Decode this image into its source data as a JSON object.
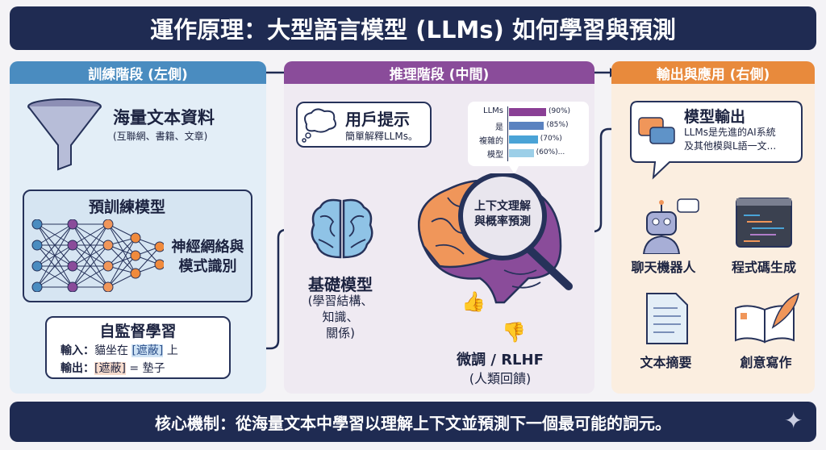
{
  "title": "運作原理：大型語言模型 (LLMs) 如何學習與預測",
  "colors": {
    "navy": "#1f2b52",
    "training": "#4a8cc0",
    "inference": "#8a4c9a",
    "output": "#e88a3c"
  },
  "training": {
    "header": "訓練階段 (左側)",
    "data_title": "海量文本資料",
    "data_sub": "(互聯網、書籍、文章)",
    "pretrain_title": "預訓練模型",
    "nn_line1": "神經網絡與",
    "nn_line2": "模式識別",
    "ssl_title": "自監督學習",
    "input_label": "輸入：",
    "input_text": "貓坐在",
    "mask": "[遮蔽]",
    "input_tail": "上",
    "output_label": "輸出：",
    "output_tail": "= 墊子"
  },
  "inference": {
    "header": "推理階段 (中間)",
    "prompt_title": "用戶提示",
    "prompt_text": "簡單解釋LLMs。",
    "predictions": [
      {
        "token": "LLMs",
        "pct": "(90%)",
        "value": 90,
        "color": "#8a3f95"
      },
      {
        "token": "是",
        "pct": "(85%)",
        "value": 85,
        "color": "#5a82c0"
      },
      {
        "token": "複雜的",
        "pct": "(70%)",
        "value": 70,
        "color": "#4aa3d6"
      },
      {
        "token": "模型",
        "pct": "(60%)...",
        "value": 60,
        "color": "#9ccfe8"
      }
    ],
    "base_title": "基礎模型",
    "base_sub1": "(學習結構、",
    "base_sub2": "知識、",
    "base_sub3": "關係)",
    "magnifier_line1": "上下文理解",
    "magnifier_line2": "與概率預測",
    "rlhf_title": "微調 / RLHF",
    "rlhf_sub": "(人類回饋)"
  },
  "output": {
    "header": "輸出與應用 (右側)",
    "bubble_title": "模型輸出",
    "bubble_line1": "LLMs是先進的AI系統",
    "bubble_line2": "及其他模與L語一文...",
    "apps": [
      "聊天機器人",
      "程式碼生成",
      "文本摘要",
      "創意寫作"
    ]
  },
  "footer": "核心機制：從海量文本中學習以理解上下文並預測下一個最可能的詞元。"
}
